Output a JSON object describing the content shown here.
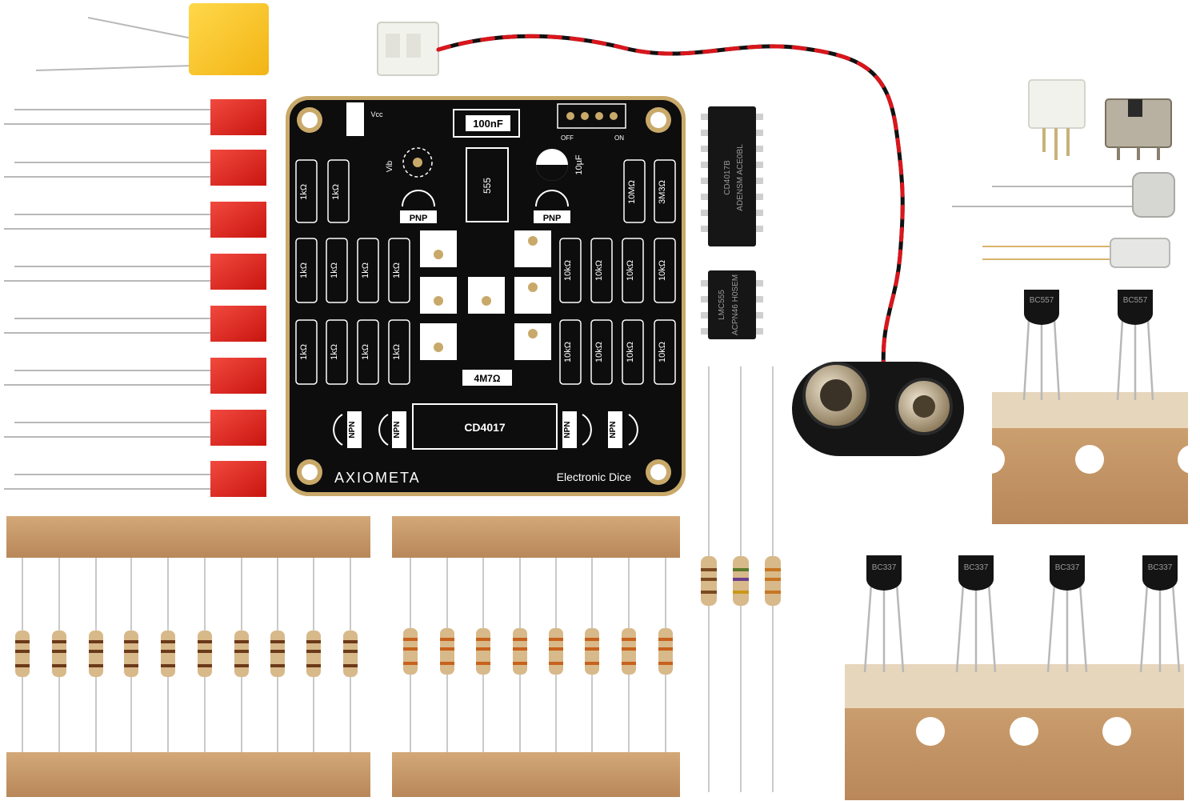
{
  "board": {
    "brand": "AXIOMETA",
    "product": "Electronic Dice",
    "labels": {
      "cap_100nf": "100nF",
      "vcc": "Vcc",
      "vib": "Vib",
      "ic_555": "555",
      "cap_10uf": "10µF",
      "off": "OFF",
      "on": "ON",
      "pnp_left": "PNP",
      "pnp_right": "PNP",
      "r_10m": "10MΩ",
      "r_3m3": "3M3Ω",
      "r_4m7": "4M7Ω",
      "ic_cd4017": "CD4017",
      "npn": "NPN",
      "r_1k": "1kΩ",
      "r_10k": "10kΩ"
    }
  },
  "chips": {
    "cd4017_marking": "CD4017B",
    "cd4017_sub": "ADENSM ACE0BL",
    "lmc555_marking": "LMC555",
    "lmc555_sub": "ACPN46 H0SEM"
  },
  "transistors": {
    "pnp_marking": "BC557",
    "npn_marking": "BC337"
  },
  "colors": {
    "pcb": "#0d0d0d",
    "pcb_edge": "#c9a96a",
    "led_red": "#e4251f",
    "capacitor_yellow": "#f5c21b",
    "tape": "#c8996a",
    "wire_red": "#d9161c",
    "wire_black": "#111111"
  }
}
